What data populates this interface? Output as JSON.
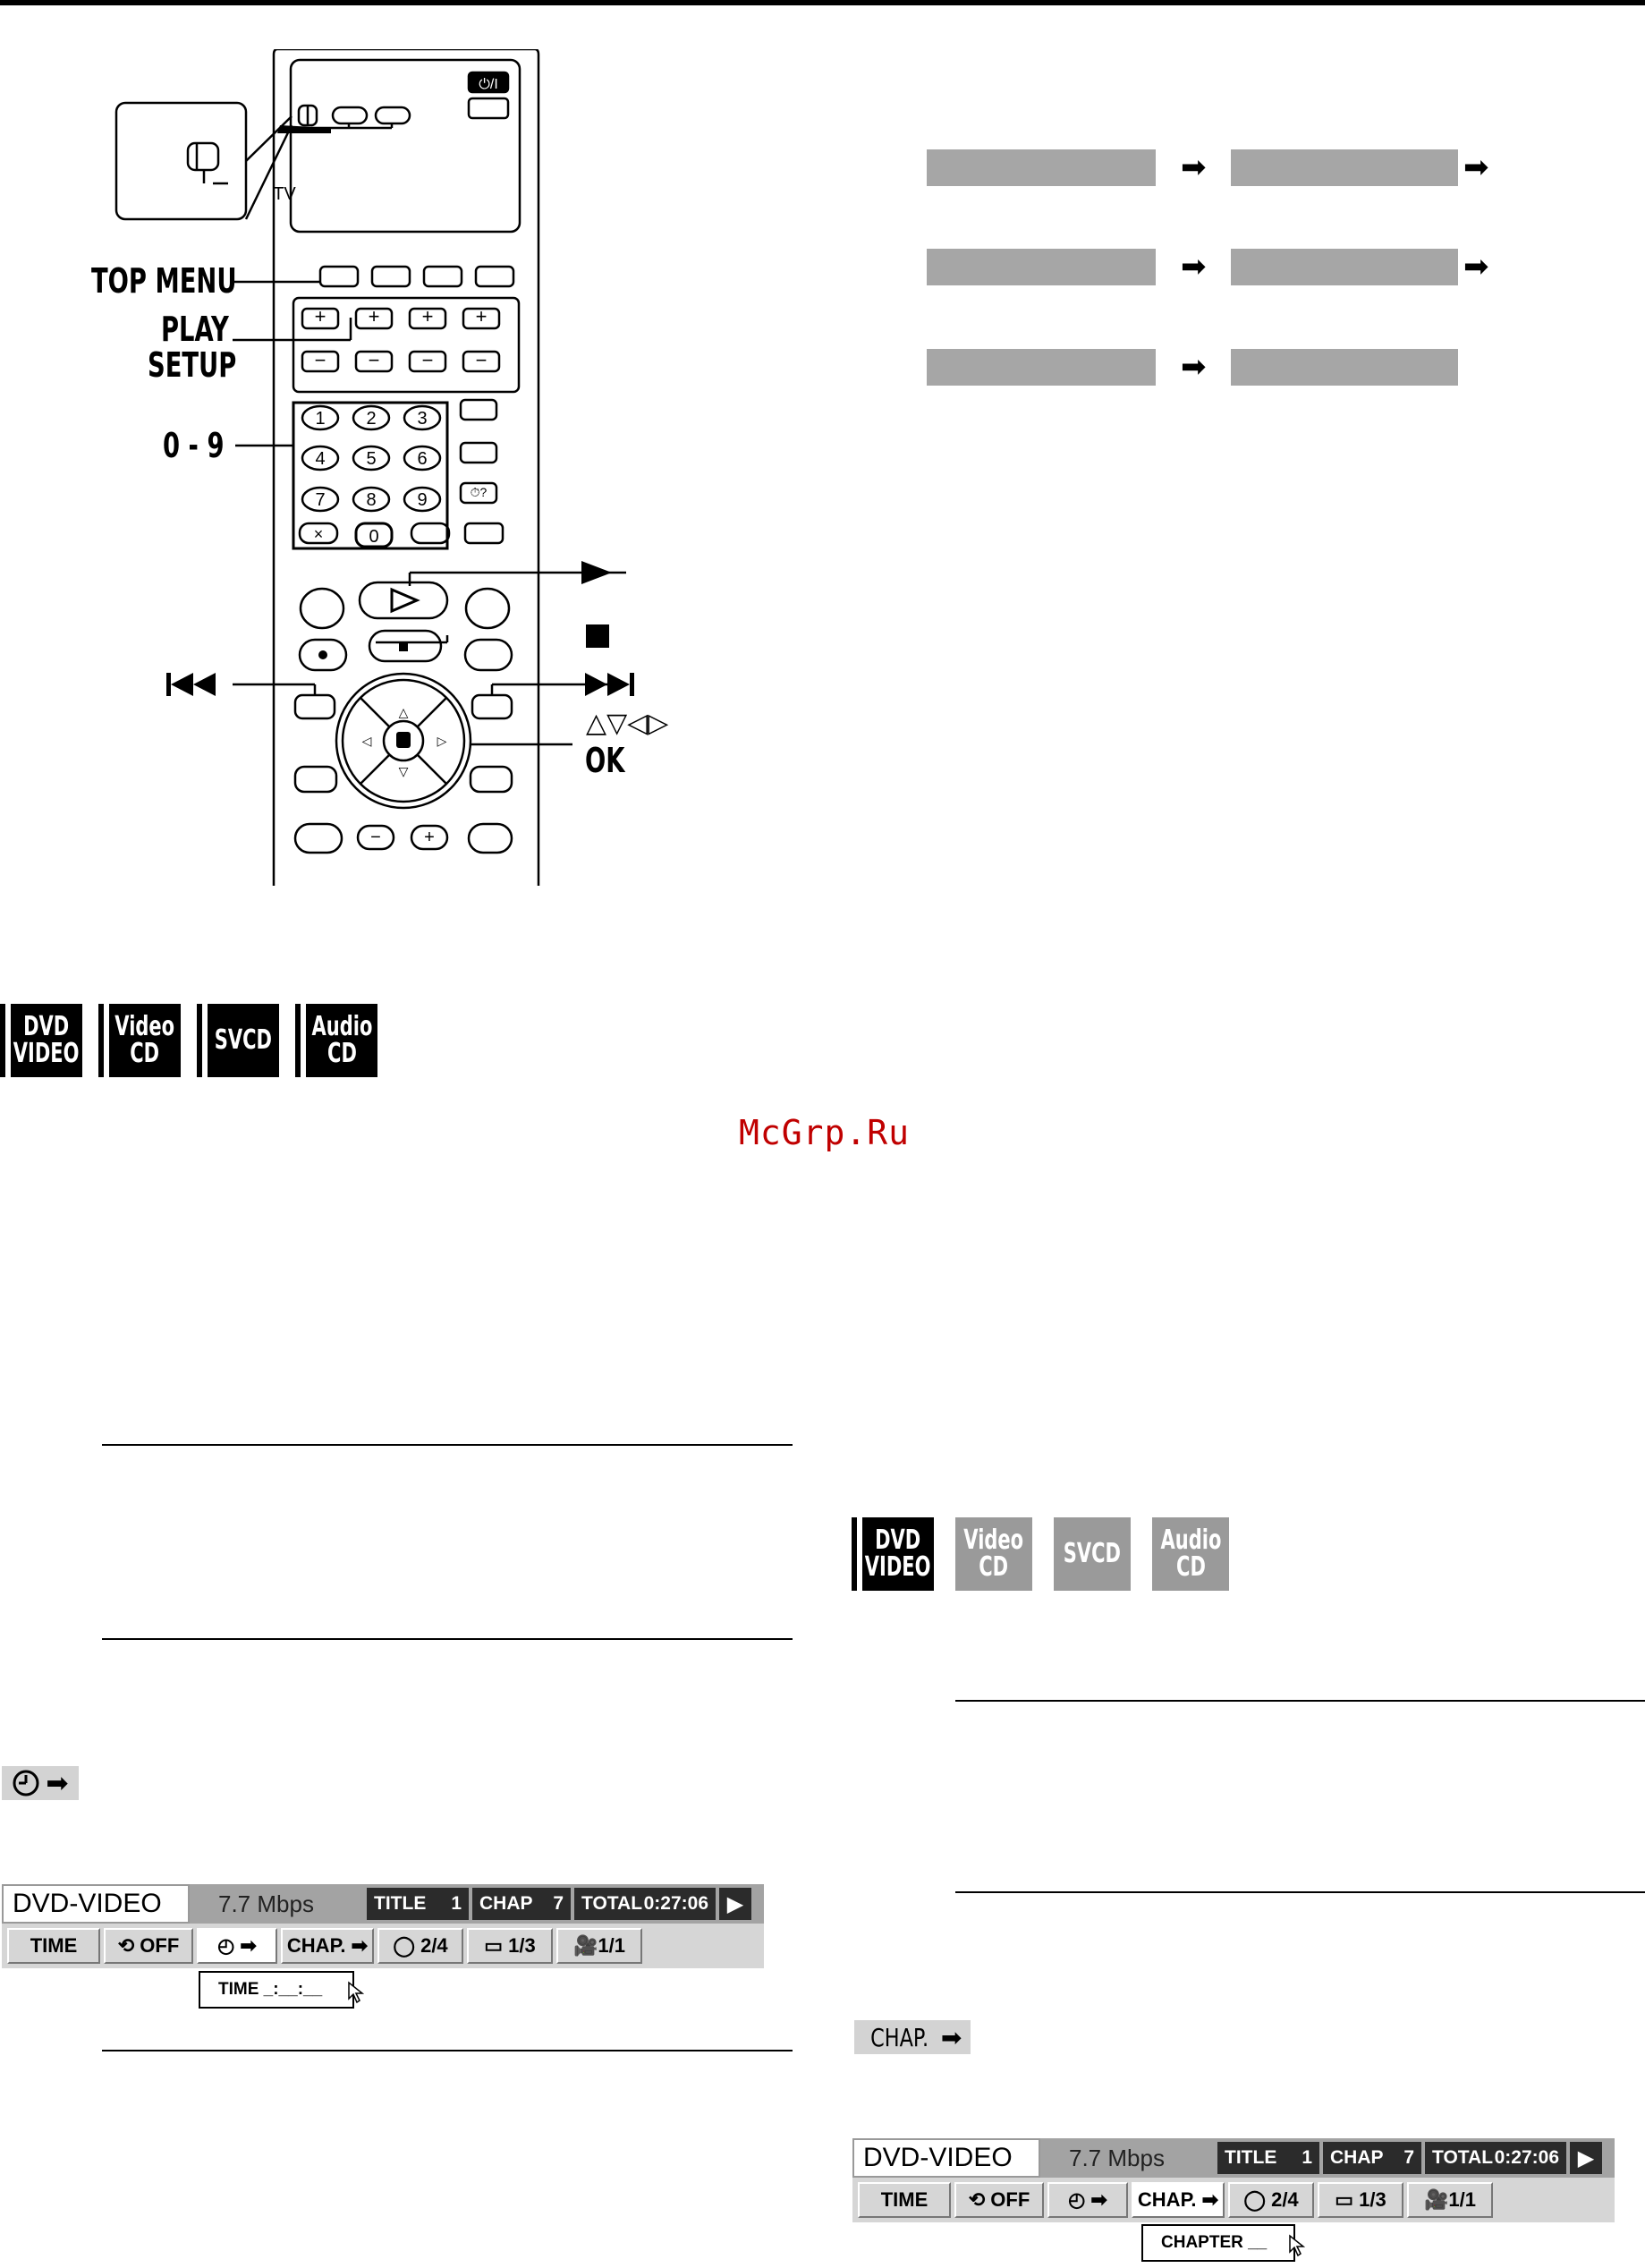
{
  "labels": {
    "top_menu": "TOP MENU",
    "play": "PLAY",
    "setup": "SETUP",
    "digits": "0 - 9",
    "ok": "OK",
    "cursor": "△▽◁▷",
    "tv": "TV"
  },
  "flow_arrows": [
    "➡",
    "➡",
    "➡",
    "➡",
    "➡"
  ],
  "badges_left": [
    {
      "text": "DVD\nVIDEO",
      "active": true
    },
    {
      "text": "Video\nCD",
      "active": true
    },
    {
      "text": "SVCD",
      "active": true
    },
    {
      "text": "Audio\nCD",
      "active": true
    }
  ],
  "badges_right": [
    {
      "text": "DVD\nVIDEO",
      "active": true
    },
    {
      "text": "Video\nCD",
      "active": false
    },
    {
      "text": "SVCD",
      "active": false
    },
    {
      "text": "Audio\nCD",
      "active": false
    }
  ],
  "watermark": "McGrp.Ru",
  "time_chip": {
    "arrow": "➡"
  },
  "chap_chip": {
    "label": "CHAP.",
    "arrow": "➡"
  },
  "osd_left": {
    "disc": "DVD-VIDEO",
    "rate": "7.7 Mbps",
    "title_label": "TITLE",
    "title_num": "1",
    "chap_label": "CHAP",
    "chap_num": "7",
    "total_label": "TOTAL",
    "total_time": "0:27:06",
    "buttons": [
      "TIME",
      "OFF",
      "",
      "CHAP.",
      "2/4",
      "1/3",
      "1/1"
    ],
    "popup": "TIME _:__:__"
  },
  "osd_right": {
    "disc": "DVD-VIDEO",
    "rate": "7.7 Mbps",
    "title_label": "TITLE",
    "title_num": "1",
    "chap_label": "CHAP",
    "chap_num": "7",
    "total_label": "TOTAL",
    "total_time": "0:27:06",
    "buttons": [
      "TIME",
      "OFF",
      "",
      "CHAP.",
      "2/4",
      "1/3",
      "1/1"
    ],
    "popup": "CHAPTER __"
  },
  "remote": {
    "power": "⏻/I",
    "keypad": [
      "1",
      "2",
      "3",
      "4",
      "5",
      "6",
      "7",
      "8",
      "9",
      "0"
    ],
    "clock_q": "⏱?"
  }
}
